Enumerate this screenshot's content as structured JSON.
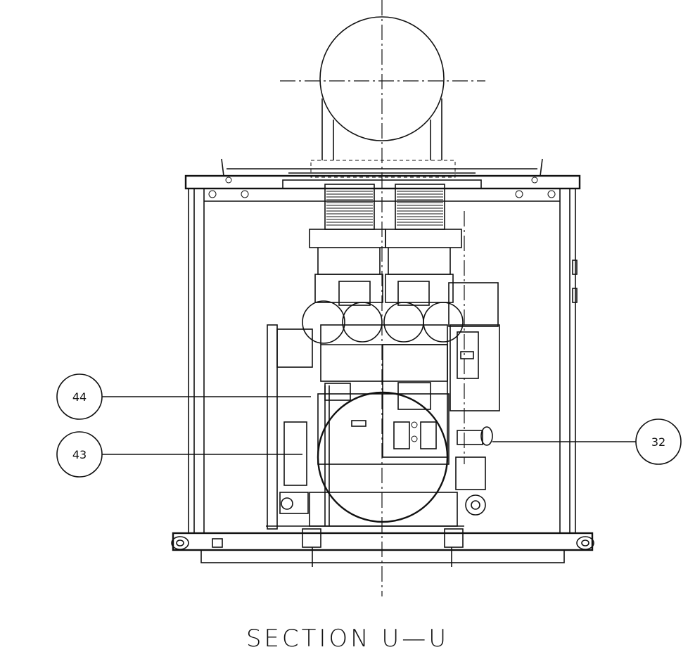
{
  "view_title": "SECTION U—U",
  "balloons": [
    {
      "id": "balloon-44",
      "label": "44"
    },
    {
      "id": "balloon-43",
      "label": "43"
    },
    {
      "id": "balloon-32",
      "label": "32"
    }
  ],
  "line_color": "#111111",
  "background": "#ffffff"
}
